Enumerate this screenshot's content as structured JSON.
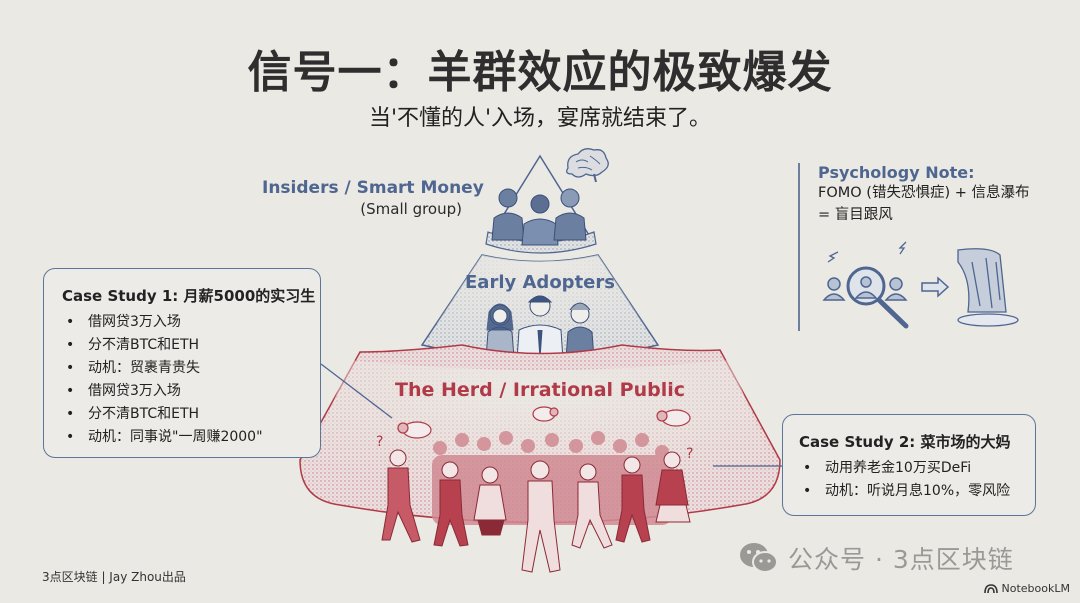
{
  "header": {
    "title": "信号一：羊群效应的极致爆发",
    "subtitle": "当'不懂的人'入场，宴席就结束了。"
  },
  "pyramid": {
    "tiers": [
      {
        "label": "Insiders / Smart Money",
        "sublabel": "(Small group)",
        "color": "#4e6690",
        "icon": "brain-icon"
      },
      {
        "label": "Early Adopters",
        "color": "#4e6690"
      },
      {
        "label": "The Herd / Irrational Public",
        "color": "#b03a48"
      }
    ]
  },
  "case_study_1": {
    "title": "Case Study 1: 月薪5000的实习生",
    "items": [
      "借网贷3万入场",
      "分不清BTC和ETH",
      "动机：贸裹青贵失",
      "借网贷3万入场",
      "分不清BTC和ETH",
      "动机：同事说\"一周赚2000\""
    ]
  },
  "case_study_2": {
    "title": "Case Study 2: 菜市场的大妈",
    "items": [
      "动用养老金10万买DeFi",
      "动机：听说月息10%，零风险"
    ]
  },
  "psychology_note": {
    "title": "Psychology Note:",
    "line1": "FOMO (错失恐惧症) + 信息瀑布",
    "line2": "= 盲目跟风",
    "icons": [
      "crowd-magnifier-icon",
      "arrow-right-icon",
      "waterfall-icon"
    ]
  },
  "footer": {
    "credit": "3点区块链 | Jay Zhou出品",
    "watermark": "公众号 · 3点区块链",
    "brand": "NotebookLM"
  },
  "colors": {
    "background": "#ebe9e4",
    "blue_accent": "#4e6690",
    "red_accent": "#b03a48",
    "card_border": "#5d7598"
  }
}
